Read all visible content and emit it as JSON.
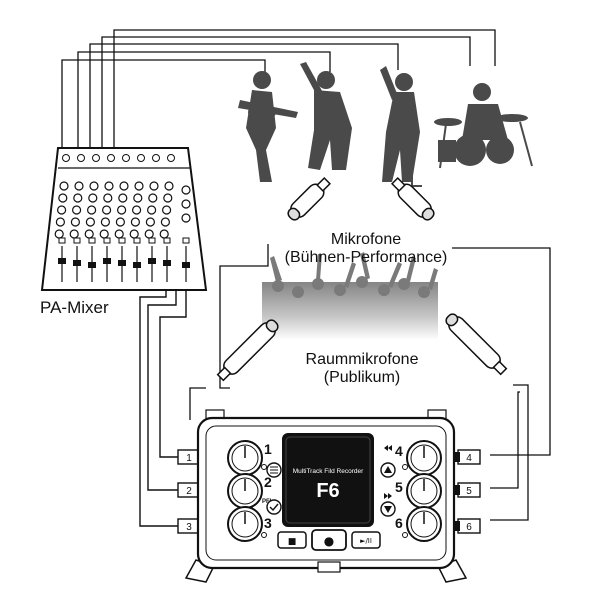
{
  "labels": {
    "pa_mixer": "PA-Mixer",
    "stage_mics_line1": "Mikrofone",
    "stage_mics_line2": "(Bühnen-Performance)",
    "room_mics_line1": "Raummikrofone",
    "room_mics_line2": "(Publikum)"
  },
  "recorder": {
    "screen_subtitle": "MultiTrack Fild Recorder",
    "model": "F6",
    "pfl_label": "PFL",
    "channel_numbers": [
      "1",
      "2",
      "3",
      "4",
      "5",
      "6"
    ],
    "input_labels": [
      "1",
      "2",
      "3",
      "4",
      "5",
      "6"
    ],
    "stop_symbol": "■",
    "record_symbol": "●",
    "play_symbol": "►/II"
  },
  "colors": {
    "ink": "#111111",
    "device_body": "#ffffff",
    "screen": "#111111",
    "crowd": "#9a9a9a"
  }
}
